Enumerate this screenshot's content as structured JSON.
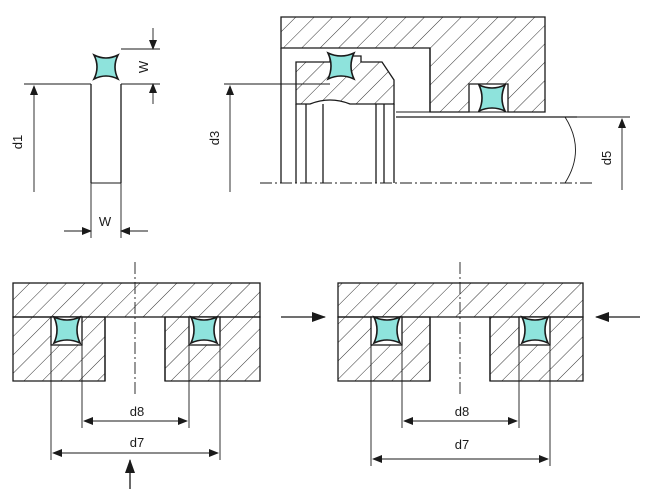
{
  "labels": {
    "w_top": "W",
    "w_bottom": "W",
    "d1": "d1",
    "d3": "d3",
    "d5": "d5",
    "d8_left": "d8",
    "d7_left": "d7",
    "d8_right": "d8",
    "d7_right": "d7"
  },
  "colors": {
    "seal_fill": "#8ee3dc",
    "line": "#1a1a1a",
    "background": "#ffffff"
  },
  "icons": {
    "seal": "quad-ring-cross-section-icon",
    "pressure_arrow": "arrow-icon"
  }
}
